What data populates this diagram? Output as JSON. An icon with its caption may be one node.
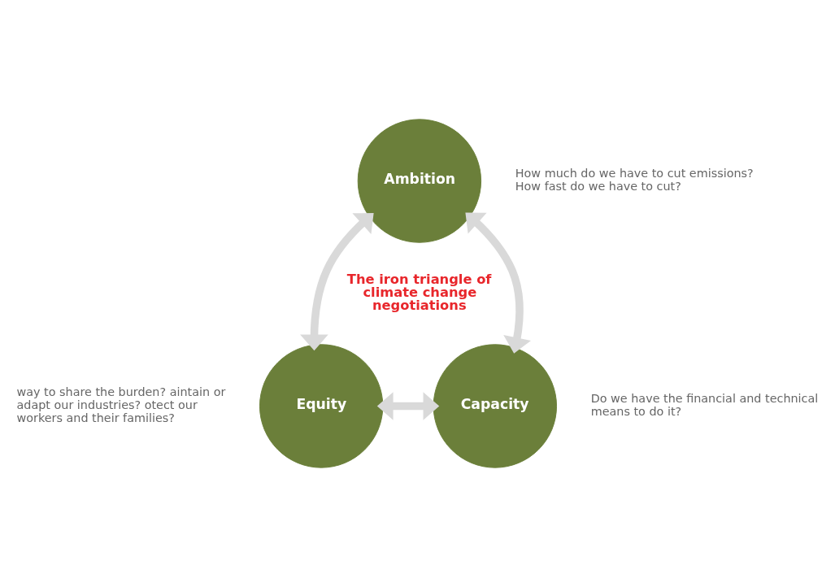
{
  "diagram": {
    "nodes": [
      {
        "text": [
          "Ambition"
        ],
        "beside": [
          "How much do we have to cut emissions? How fast do we have to cut?"
        ]
      },
      {
        "text": [
          "Equity"
        ],
        "beside": [
          "way to share the burden? aintain or adapt our industries? otect our workers and their families?"
        ]
      },
      {
        "text": [
          "Capacity"
        ],
        "beside": [
          "Do we have the financial and technical means to do it?"
        ]
      }
    ],
    "edges": [
      {
        "from": 0,
        "to": 1,
        "arrow": "both"
      },
      {
        "from": 0,
        "to": 2,
        "arrow": "both"
      },
      {
        "from": 1,
        "to": 2,
        "arrow": "both"
      }
    ],
    "labels": [
      "The iron triangle of climate change negotiations"
    ]
  }
}
